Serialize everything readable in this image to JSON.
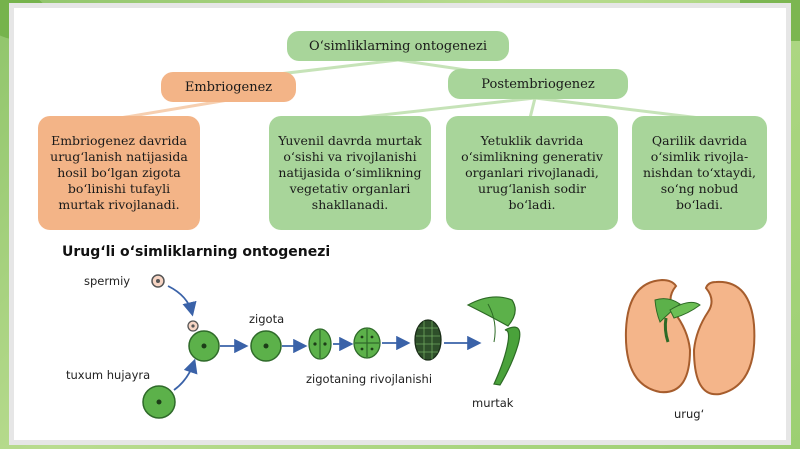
{
  "diagram": {
    "root": "O‘simliklarning ontogenezi",
    "embryo_label": "Embriogenez",
    "postembryo_label": "Postembriogenez",
    "embryo_text": "Embriogenez davrida urug‘lanish natijasida hosil bo‘lgan zigota bo‘linishi tufayli murtak rivojlanadi.",
    "juvenile_text": "Yuvenil davrda murtak o‘sishi va rivojlanishi natijasida o‘simlikning vegetativ organlari shakllanadi.",
    "maturity_text": "Yetuklik davrida o‘simlikning generativ organlari rivojlanadi, urug‘lanish sodir bo‘ladi.",
    "old_age_text": "Qarilik davrida o‘simlik rivojla-nishdan to‘xtaydi, so‘ng nobud bo‘ladi."
  },
  "lower": {
    "heading": "Urug‘li o‘simliklarning ontogenezi",
    "sperm_label": "spermiy",
    "egg_label": "tuxum hujayra",
    "zygote_label": "zigota",
    "development_label": "zigotaning rivojlanishi",
    "embryo_sprout_label": "murtak",
    "seed_label": "urug‘"
  }
}
